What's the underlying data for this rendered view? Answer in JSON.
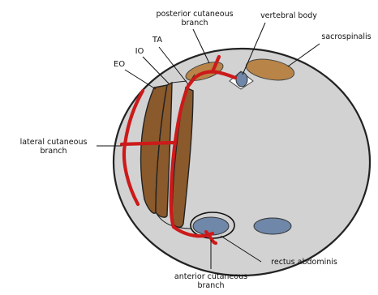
{
  "labels": {
    "posterior_cutaneous_branch": "posterior cutaneous\nbranch",
    "vertebral_body": "vertebral body",
    "sacrospinalis": "sacrospinalis",
    "ta": "TA",
    "io": "IO",
    "eo": "EO",
    "lateral_cutaneous_branch": "lateral cutaneous\nbranch",
    "rectus_abdominis": "rectus abdominis",
    "anterior_cutaneous_branch": "anterior cutaneous\nbranch"
  },
  "colors": {
    "body_fill": "#d2d2d2",
    "muscle_fill": "#8a5a2c",
    "sacrospinalis_fill": "#b98447",
    "nerve": "#cc1a1a",
    "vertebra_fill": "#6f87a8",
    "rectus_fill": "#6f87a8",
    "outline": "#222222"
  }
}
